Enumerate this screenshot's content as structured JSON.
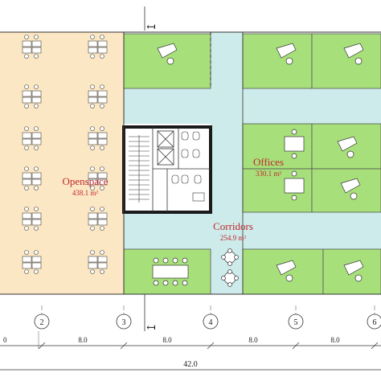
{
  "zones": {
    "openspace": {
      "name": "Openspace",
      "area": "438.1 m²",
      "color": "#fbe7c3"
    },
    "offices": {
      "name": "Offices",
      "area": "330.1 m²",
      "color": "#a7e07a"
    },
    "corridors": {
      "name": "Corridors",
      "area": "254.9 m²",
      "color": "#cdebea"
    }
  },
  "axes": [
    {
      "label": "2"
    },
    {
      "label": "3"
    },
    {
      "label": "4"
    },
    {
      "label": "5"
    },
    {
      "label": "6"
    }
  ],
  "dimensions": {
    "partial_left": "0",
    "spans": [
      "8.0",
      "8.0",
      "8.0",
      "8.0"
    ],
    "total": "42.0"
  },
  "section_arrow": "↤"
}
